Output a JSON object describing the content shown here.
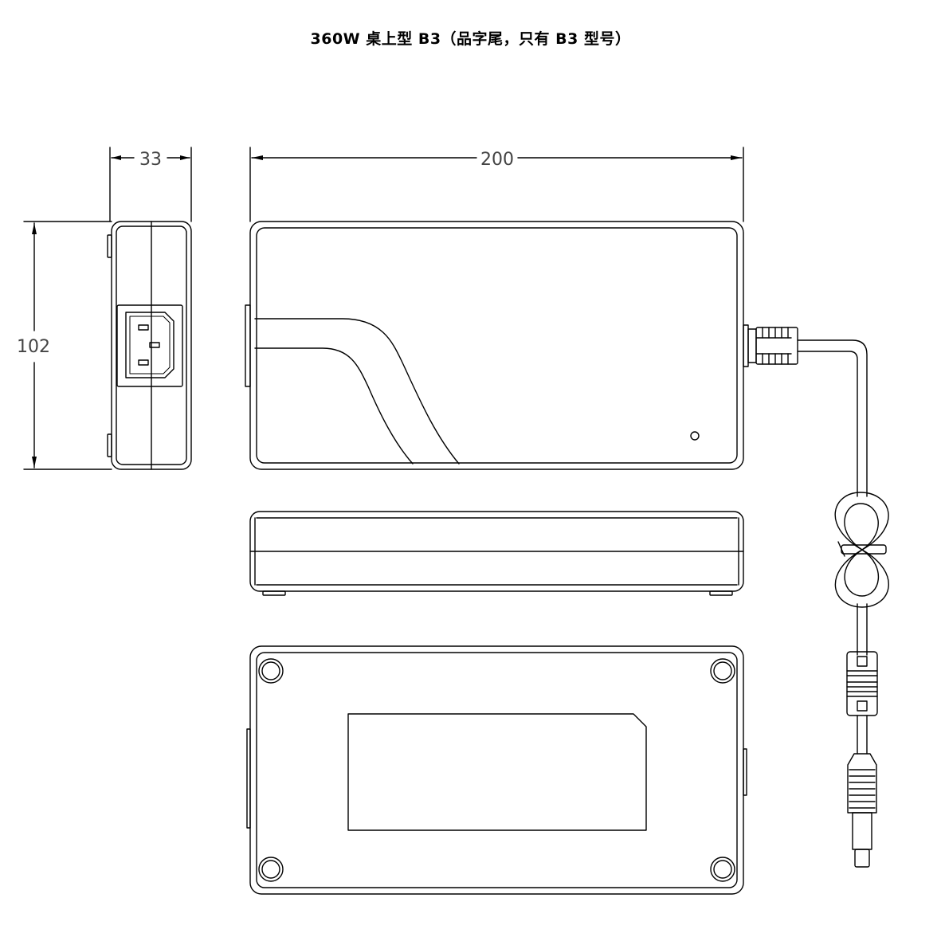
{
  "title": "360W 桌上型 B3（品字尾，只有 B3 型号）",
  "dimensions": {
    "width": "33",
    "length": "200",
    "height": "102"
  },
  "colors": {
    "line": "#000000",
    "background": "#ffffff"
  }
}
